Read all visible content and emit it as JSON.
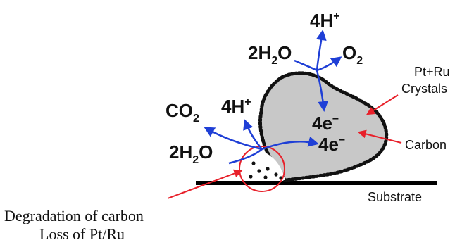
{
  "colors": {
    "reaction_arrow": "#1f3fd6",
    "annotation_arrow": "#e8202a",
    "carbon_fill": "#c8c8c8",
    "crystals": "#111111",
    "substrate": "#000000",
    "highlight_circle": "#e8202a"
  },
  "species": {
    "top_4h": {
      "main": "4H",
      "sup": "+"
    },
    "top_2h2o": {
      "a": "2H",
      "sub": "2",
      "b": "O"
    },
    "top_o2": {
      "main": "O",
      "sub": "2"
    },
    "top_4e": {
      "main": "4e",
      "sup": "−"
    },
    "mid_4h": {
      "main": "4H",
      "sup": "+"
    },
    "mid_co2": {
      "main": "CO",
      "sub": "2"
    },
    "low_2h2o": {
      "a": "2H",
      "sub": "2",
      "b": "O"
    },
    "low_4e": {
      "main": "4e",
      "sup": "−"
    }
  },
  "labels": {
    "crystals_line1": "Pt+Ru",
    "crystals_line2": "Crystals",
    "carbon": "Carbon",
    "substrate": "Substrate"
  },
  "caption": {
    "line1": "Degradation of carbon",
    "line2": "Loss of Pt/Ru"
  }
}
